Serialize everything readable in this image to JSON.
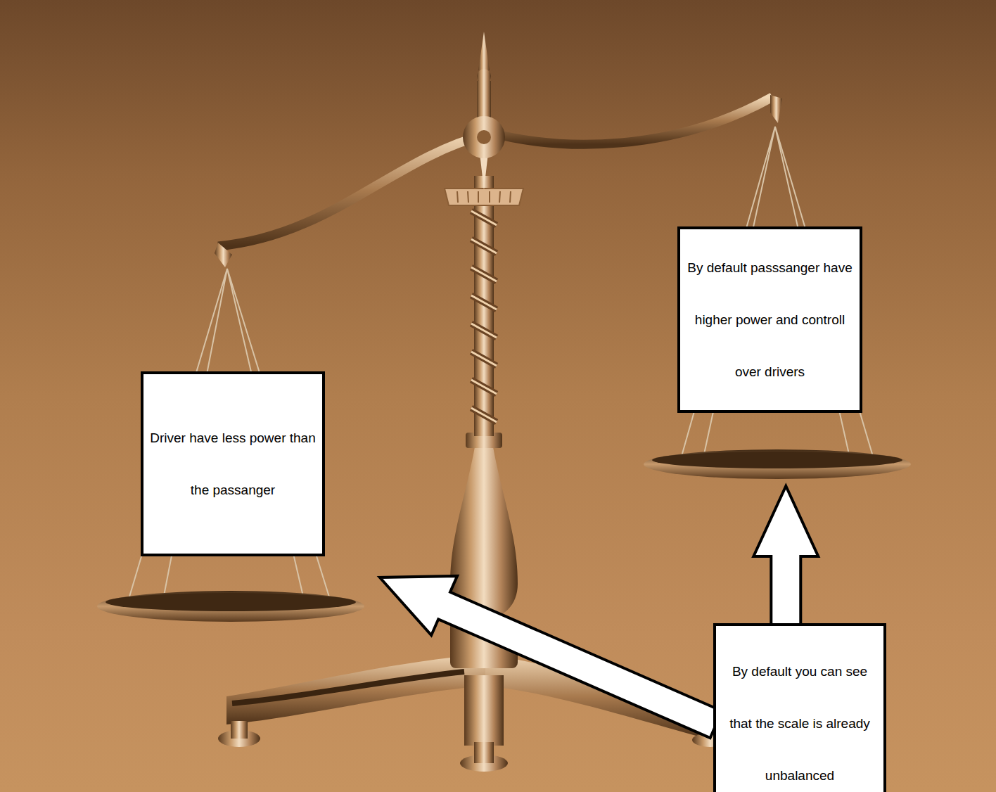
{
  "diagram": {
    "nodes": [
      {
        "text": [
          "Driver have less power than the passanger"
        ]
      },
      {
        "text": [
          "By default passsanger have higher power and controll over drivers"
        ]
      },
      {
        "text": [
          "By default you can see that the scale is already unbalanced"
        ]
      }
    ],
    "edges": [
      {
        "from": 2,
        "to": 0,
        "arrow": "to"
      },
      {
        "from": 2,
        "to": 1,
        "arrow": "to"
      }
    ]
  }
}
